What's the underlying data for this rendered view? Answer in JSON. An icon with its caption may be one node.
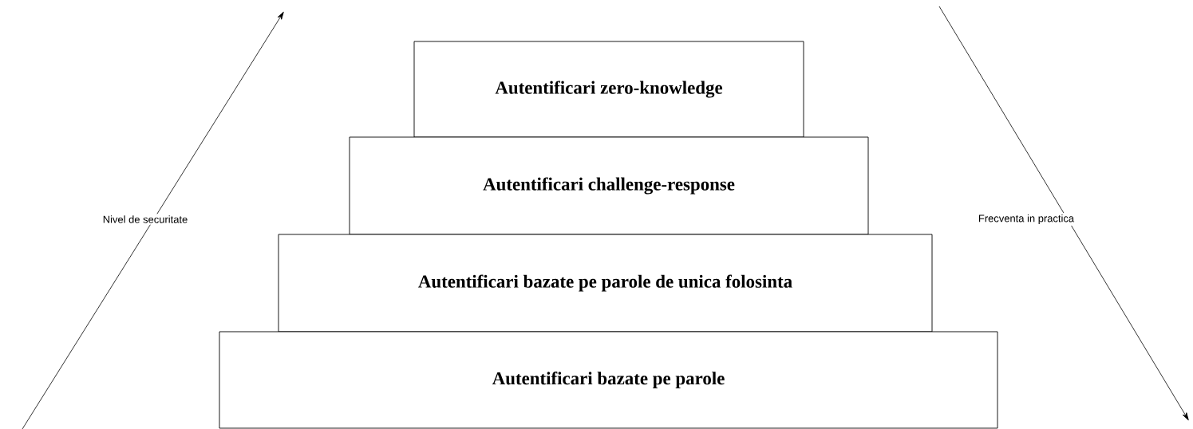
{
  "diagram": {
    "nodes": [
      {
        "text": [
          "Autentificari zero-knowledge"
        ]
      },
      {
        "text": [
          "Autentificari challenge-response"
        ]
      },
      {
        "text": [
          "Autentificari bazate pe parole de unica folosinta"
        ]
      },
      {
        "text": [
          "Autentificari bazate pe parole"
        ]
      }
    ],
    "edges": [],
    "labels": [
      "Nivel de securitate",
      "Frecventa in practica"
    ]
  }
}
